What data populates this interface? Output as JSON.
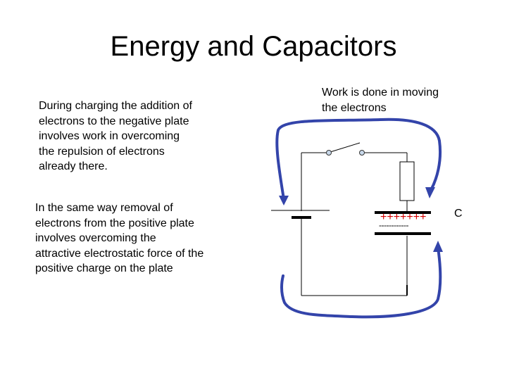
{
  "slide": {
    "title": "Energy and Capacitors",
    "text_charging": "During charging the addition of\nelectrons to the negative plate\ninvolves work in overcoming\nthe repulsion of electrons\nalready there.",
    "text_removal": "In the same way removal of\nelectrons from the positive plate\ninvolves overcoming the\nattractive electrostatic force of the\npositive charge on the plate",
    "text_work": "Work is done in moving\nthe electrons"
  },
  "diagram": {
    "capacitor_label": "C",
    "plus_signs": "+++++++",
    "minus_signs": "------------",
    "colors": {
      "arrow": "#3344aa",
      "plus": "#d40000",
      "wire": "#000000"
    }
  }
}
